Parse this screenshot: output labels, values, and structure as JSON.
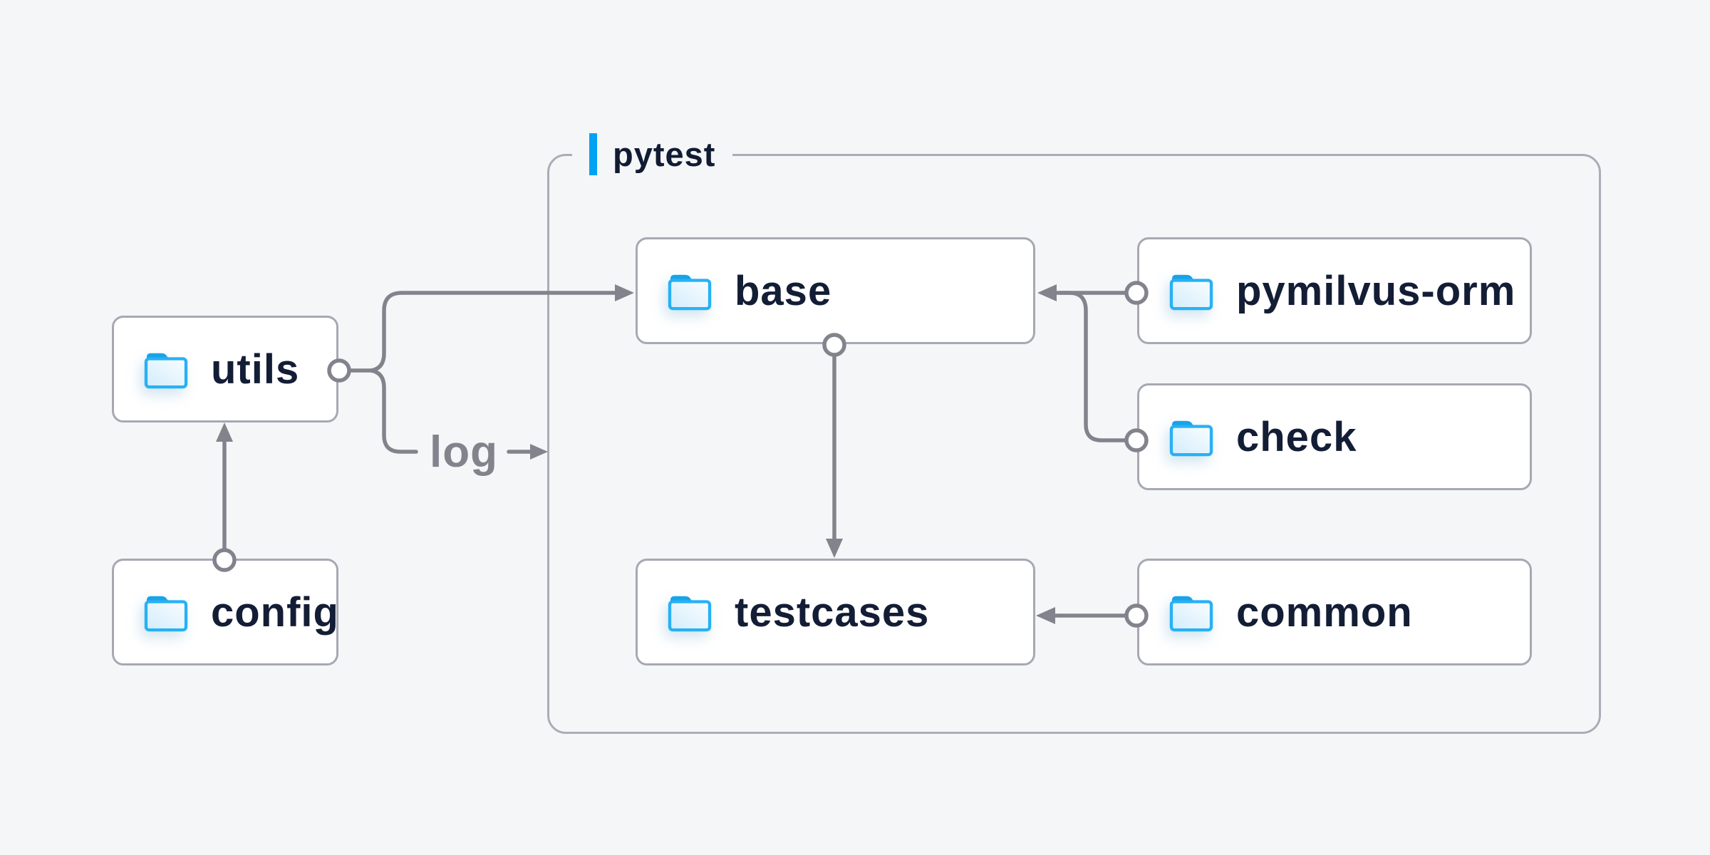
{
  "diagram": {
    "type": "dependency-diagram",
    "group": {
      "label": "pytest",
      "members": [
        "base",
        "pymilvus-orm",
        "check",
        "testcases",
        "common"
      ]
    },
    "nodes": [
      {
        "id": "utils",
        "label": "utils",
        "icon": "folder-icon"
      },
      {
        "id": "config",
        "label": "config",
        "icon": "folder-icon"
      },
      {
        "id": "base",
        "label": "base",
        "icon": "folder-icon"
      },
      {
        "id": "testcases",
        "label": "testcases",
        "icon": "folder-icon"
      },
      {
        "id": "pymilvus-orm",
        "label": "pymilvus-orm",
        "icon": "folder-icon"
      },
      {
        "id": "check",
        "label": "check",
        "icon": "folder-icon"
      },
      {
        "id": "common",
        "label": "common",
        "icon": "folder-icon"
      }
    ],
    "edges": [
      {
        "from": "config",
        "to": "utils"
      },
      {
        "from": "utils",
        "to": "base"
      },
      {
        "from": "utils",
        "to": "pytest-group",
        "label": "log"
      },
      {
        "from": "base",
        "to": "testcases"
      },
      {
        "from": "pymilvus-orm",
        "to": "base"
      },
      {
        "from": "check",
        "to": "base"
      },
      {
        "from": "common",
        "to": "testcases"
      }
    ],
    "edge_label": {
      "text": "log",
      "arrow_icon": "right-arrow"
    }
  },
  "colors": {
    "background": "#f5f6f7",
    "node_fill": "#ffffff",
    "node_border": "#a8a8b4",
    "group_border": "#abacb8",
    "connector_gray": "#83838d",
    "label_text": "#131d35",
    "accent_bar_blue": "#00a2f2",
    "folder_stroke": "#27b1f4",
    "folder_tab": "#18a3e8"
  }
}
